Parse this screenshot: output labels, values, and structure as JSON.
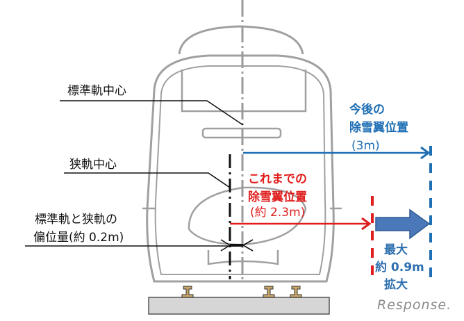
{
  "labels": {
    "standard_gauge_center": "標準軌中心",
    "narrow_gauge_center": "狭軌中心",
    "offset_line1": "標準軌と狭軌の",
    "offset_line2": "偏位量(約 0.2m)",
    "future_line1": "今後の",
    "future_line2": "除雪翼位置",
    "future_line3": "(3m)",
    "previous_line1": "これまでの",
    "previous_line2": "除雪翼位置",
    "previous_line3": "(約 2.3m)",
    "expansion_line1": "最大",
    "expansion_line2": "約 0.9m",
    "expansion_line3": "拡大"
  },
  "watermark": "Response.",
  "colors": {
    "blue": "#1f6fb5",
    "red": "#e01d1d",
    "arrow_fill": "#4a78b8",
    "train": "#9a9a9a"
  }
}
